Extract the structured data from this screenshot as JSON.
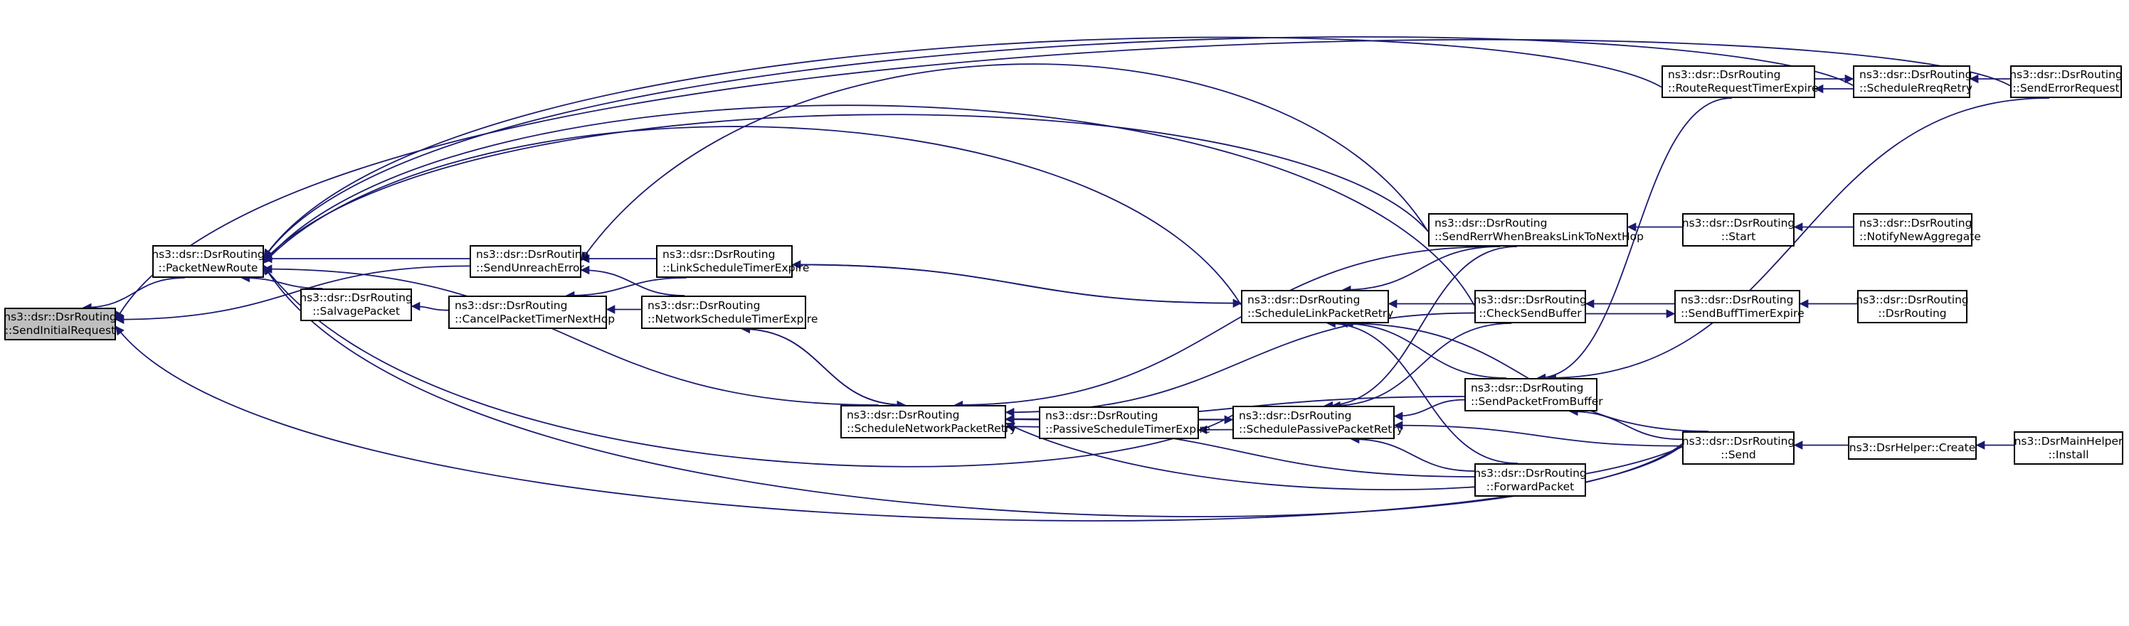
{
  "title": "Caller graph of ns3::dsr::DsrRouting::SendInitialRequest",
  "colors": {
    "edge": "#191970",
    "root_fill": "#bfbfbf",
    "node_fill": "#ffffff",
    "border": "#000000"
  },
  "nodes": [
    {
      "id": "SendInitialRequest",
      "line1": "ns3::dsr::DsrRouting",
      "line2": "::SendInitialRequest",
      "root": true
    },
    {
      "id": "PacketNewRoute",
      "line1": "ns3::dsr::DsrRouting",
      "line2": "::PacketNewRoute"
    },
    {
      "id": "SalvagePacket",
      "line1": "ns3::dsr::DsrRouting",
      "line2": "::SalvagePacket"
    },
    {
      "id": "SendUnreachError",
      "line1": "ns3::dsr::DsrRouting",
      "line2": "::SendUnreachError"
    },
    {
      "id": "CancelPacketTimerNextHop",
      "line1": "ns3::dsr::DsrRouting",
      "line2": "::CancelPacketTimerNextHop"
    },
    {
      "id": "LinkScheduleTimerExpire",
      "line1": "ns3::dsr::DsrRouting",
      "line2": "::LinkScheduleTimerExpire"
    },
    {
      "id": "NetworkScheduleTimerExpire",
      "line1": "ns3::dsr::DsrRouting",
      "line2": "::NetworkScheduleTimerExpire"
    },
    {
      "id": "ScheduleNetworkPacketRetry",
      "line1": "ns3::dsr::DsrRouting",
      "line2": "::ScheduleNetworkPacketRetry"
    },
    {
      "id": "PassiveScheduleTimerExpire",
      "line1": "ns3::dsr::DsrRouting",
      "line2": "::PassiveScheduleTimerExpire"
    },
    {
      "id": "ScheduleLinkPacketRetry",
      "line1": "ns3::dsr::DsrRouting",
      "line2": "::ScheduleLinkPacketRetry"
    },
    {
      "id": "SchedulePassivePacketRetry",
      "line1": "ns3::dsr::DsrRouting",
      "line2": "::SchedulePassivePacketRetry"
    },
    {
      "id": "SendRerrWhenBreaksLinkToNextHop",
      "line1": "ns3::dsr::DsrRouting",
      "line2": "::SendRerrWhenBreaksLinkToNextHop"
    },
    {
      "id": "CheckSendBuffer",
      "line1": "ns3::dsr::DsrRouting",
      "line2": "::CheckSendBuffer"
    },
    {
      "id": "SendPacketFromBuffer",
      "line1": "ns3::dsr::DsrRouting",
      "line2": "::SendPacketFromBuffer"
    },
    {
      "id": "ForwardPacket",
      "line1": "ns3::dsr::DsrRouting",
      "line2": "::ForwardPacket"
    },
    {
      "id": "RouteRequestTimerExpire",
      "line1": "ns3::dsr::DsrRouting",
      "line2": "::RouteRequestTimerExpire"
    },
    {
      "id": "ScheduleRreqRetry",
      "line1": "ns3::dsr::DsrRouting",
      "line2": "::ScheduleRreqRetry"
    },
    {
      "id": "SendErrorRequest",
      "line1": "ns3::dsr::DsrRouting",
      "line2": "::SendErrorRequest"
    },
    {
      "id": "Start",
      "line1": "ns3::dsr::DsrRouting",
      "line2": "::Start"
    },
    {
      "id": "NotifyNewAggregate",
      "line1": "ns3::dsr::DsrRouting",
      "line2": "::NotifyNewAggregate"
    },
    {
      "id": "SendBuffTimerExpire",
      "line1": "ns3::dsr::DsrRouting",
      "line2": "::SendBuffTimerExpire"
    },
    {
      "id": "DsrRouting",
      "line1": "ns3::dsr::DsrRouting",
      "line2": "::DsrRouting"
    },
    {
      "id": "Send",
      "line1": "ns3::dsr::DsrRouting",
      "line2": "::Send"
    },
    {
      "id": "DsrHelperCreate",
      "line1": "ns3::DsrHelper::Create",
      "line2": ""
    },
    {
      "id": "DsrMainHelperInstall",
      "line1": "ns3::DsrMainHelper",
      "line2": "::Install"
    }
  ],
  "edges": [
    {
      "from": "PacketNewRoute",
      "to": "SendInitialRequest"
    },
    {
      "from": "SendUnreachError",
      "to": "SendInitialRequest"
    },
    {
      "from": "SendErrorRequest",
      "to": "SendInitialRequest"
    },
    {
      "from": "Send",
      "to": "SendInitialRequest"
    },
    {
      "from": "SalvagePacket",
      "to": "PacketNewRoute"
    },
    {
      "from": "SendUnreachError",
      "to": "PacketNewRoute"
    },
    {
      "from": "ScheduleRreqRetry",
      "to": "PacketNewRoute"
    },
    {
      "from": "RouteRequestTimerExpire",
      "to": "PacketNewRoute"
    },
    {
      "from": "SendRerrWhenBreaksLinkToNextHop",
      "to": "PacketNewRoute"
    },
    {
      "from": "ScheduleLinkPacketRetry",
      "to": "PacketNewRoute"
    },
    {
      "from": "CheckSendBuffer",
      "to": "PacketNewRoute"
    },
    {
      "from": "SchedulePassivePacketRetry",
      "to": "PacketNewRoute"
    },
    {
      "from": "ScheduleNetworkPacketRetry",
      "to": "PacketNewRoute"
    },
    {
      "from": "Send",
      "to": "PacketNewRoute"
    },
    {
      "from": "CancelPacketTimerNextHop",
      "to": "SalvagePacket"
    },
    {
      "from": "LinkScheduleTimerExpire",
      "to": "SendUnreachError"
    },
    {
      "from": "NetworkScheduleTimerExpire",
      "to": "SendUnreachError"
    },
    {
      "from": "SendRerrWhenBreaksLinkToNextHop",
      "to": "SendUnreachError"
    },
    {
      "from": "LinkScheduleTimerExpire",
      "to": "CancelPacketTimerNextHop"
    },
    {
      "from": "NetworkScheduleTimerExpire",
      "to": "CancelPacketTimerNextHop"
    },
    {
      "from": "ScheduleLinkPacketRetry",
      "to": "LinkScheduleTimerExpire"
    },
    {
      "from": "LinkScheduleTimerExpire",
      "to": "ScheduleLinkPacketRetry"
    },
    {
      "from": "ScheduleNetworkPacketRetry",
      "to": "NetworkScheduleTimerExpire"
    },
    {
      "from": "NetworkScheduleTimerExpire",
      "to": "ScheduleNetworkPacketRetry"
    },
    {
      "from": "PassiveScheduleTimerExpire",
      "to": "ScheduleNetworkPacketRetry"
    },
    {
      "from": "SchedulePassivePacketRetry",
      "to": "ScheduleNetworkPacketRetry"
    },
    {
      "from": "SendRerrWhenBreaksLinkToNextHop",
      "to": "ScheduleNetworkPacketRetry"
    },
    {
      "from": "CheckSendBuffer",
      "to": "ScheduleNetworkPacketRetry"
    },
    {
      "from": "SendPacketFromBuffer",
      "to": "ScheduleNetworkPacketRetry"
    },
    {
      "from": "ForwardPacket",
      "to": "ScheduleNetworkPacketRetry"
    },
    {
      "from": "Send",
      "to": "ScheduleNetworkPacketRetry"
    },
    {
      "from": "PassiveScheduleTimerExpire",
      "to": "SchedulePassivePacketRetry"
    },
    {
      "from": "SchedulePassivePacketRetry",
      "to": "PassiveScheduleTimerExpire"
    },
    {
      "from": "SendRerrWhenBreaksLinkToNextHop",
      "to": "ScheduleLinkPacketRetry"
    },
    {
      "from": "CheckSendBuffer",
      "to": "ScheduleLinkPacketRetry"
    },
    {
      "from": "SendPacketFromBuffer",
      "to": "ScheduleLinkPacketRetry"
    },
    {
      "from": "ForwardPacket",
      "to": "ScheduleLinkPacketRetry"
    },
    {
      "from": "Send",
      "to": "ScheduleLinkPacketRetry"
    },
    {
      "from": "SendRerrWhenBreaksLinkToNextHop",
      "to": "SchedulePassivePacketRetry"
    },
    {
      "from": "CheckSendBuffer",
      "to": "SchedulePassivePacketRetry"
    },
    {
      "from": "SendPacketFromBuffer",
      "to": "SchedulePassivePacketRetry"
    },
    {
      "from": "ForwardPacket",
      "to": "SchedulePassivePacketRetry"
    },
    {
      "from": "Send",
      "to": "SchedulePassivePacketRetry"
    },
    {
      "from": "Start",
      "to": "SendRerrWhenBreaksLinkToNextHop"
    },
    {
      "from": "SendBuffTimerExpire",
      "to": "CheckSendBuffer"
    },
    {
      "from": "CheckSendBuffer",
      "to": "SendBuffTimerExpire"
    },
    {
      "from": "RouteRequestTimerExpire",
      "to": "SendPacketFromBuffer"
    },
    {
      "from": "SendErrorRequest",
      "to": "SendPacketFromBuffer"
    },
    {
      "from": "Send",
      "to": "SendPacketFromBuffer"
    },
    {
      "from": "RouteRequestTimerExpire",
      "to": "ScheduleRreqRetry"
    },
    {
      "from": "ScheduleRreqRetry",
      "to": "RouteRequestTimerExpire"
    },
    {
      "from": "SendErrorRequest",
      "to": "ScheduleRreqRetry"
    },
    {
      "from": "NotifyNewAggregate",
      "to": "Start"
    },
    {
      "from": "DsrRouting",
      "to": "SendBuffTimerExpire"
    },
    {
      "from": "DsrHelperCreate",
      "to": "Send"
    },
    {
      "from": "DsrMainHelperInstall",
      "to": "DsrHelperCreate"
    }
  ]
}
